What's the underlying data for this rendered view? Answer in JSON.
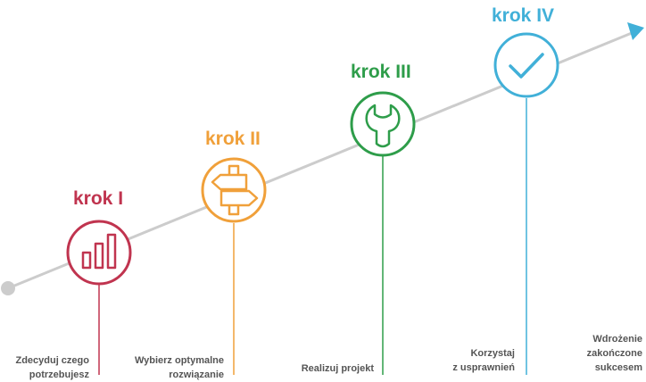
{
  "colors": {
    "axis": "#cccccc",
    "arrowhead": "#41b0d8",
    "caption": "#555555"
  },
  "steps": [
    {
      "title": "krok I",
      "color": "#c0344f",
      "icon": "bar-chart-icon",
      "caption_lines": [
        "Zdecyduj czego",
        "potrzebujesz"
      ]
    },
    {
      "title": "krok II",
      "color": "#f0a03a",
      "icon": "signpost-icon",
      "caption_lines": [
        "Wybierz optymalne",
        "rozwiązanie"
      ]
    },
    {
      "title": "krok III",
      "color": "#2e9d4a",
      "icon": "wrench-icon",
      "caption_lines": [
        "Realizuj projekt"
      ]
    },
    {
      "title": "krok IV",
      "color": "#41b0d8",
      "icon": "checkmark-icon",
      "caption_lines": [
        "Korzystaj",
        "z usprawnień"
      ]
    }
  ],
  "final": {
    "caption_lines": [
      "Wdrożenie",
      "zakończone",
      "sukcesem"
    ]
  }
}
